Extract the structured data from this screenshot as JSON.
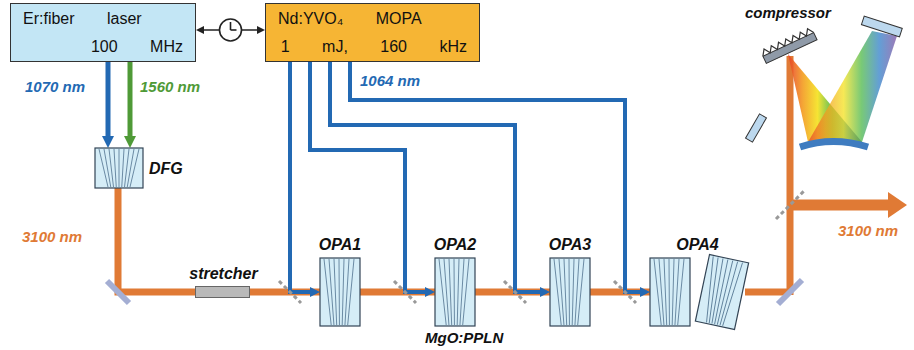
{
  "diagram": {
    "nodes": [
      {
        "text": [
          "Er:fiber laser",
          "100 MHz"
        ]
      },
      {
        "text": [
          "Nd:YVO₄ MOPA",
          "1 mJ, 160 kHz"
        ]
      },
      {
        "text": [
          "DFG"
        ]
      },
      {
        "text": [
          "stretcher"
        ]
      },
      {
        "text": [
          "OPA1"
        ]
      },
      {
        "text": [
          "OPA2"
        ]
      },
      {
        "text": [
          "OPA3"
        ]
      },
      {
        "text": [
          "OPA4"
        ]
      }
    ],
    "edges": [
      {
        "from": 0,
        "to": 2,
        "arrow": "to"
      },
      {
        "from": 0,
        "to": 2,
        "arrow": "to"
      },
      {
        "from": 0,
        "to": 1,
        "arrow": "both"
      },
      {
        "from": 2,
        "to": 3,
        "arrow": "none"
      },
      {
        "from": 3,
        "to": 4,
        "arrow": "none"
      },
      {
        "from": 4,
        "to": 5,
        "arrow": "none"
      },
      {
        "from": 5,
        "to": 6,
        "arrow": "none"
      },
      {
        "from": 6,
        "to": 7,
        "arrow": "none"
      },
      {
        "from": 1,
        "to": 4,
        "arrow": "to"
      },
      {
        "from": 1,
        "to": 5,
        "arrow": "to"
      },
      {
        "from": 1,
        "to": 6,
        "arrow": "to"
      },
      {
        "from": 1,
        "to": 7,
        "arrow": "to"
      }
    ],
    "labels": [
      "1070 nm",
      "1560 nm",
      "3100 nm",
      "1064 nm",
      "compressor",
      "MgO:PPLN",
      "3100 nm"
    ]
  }
}
